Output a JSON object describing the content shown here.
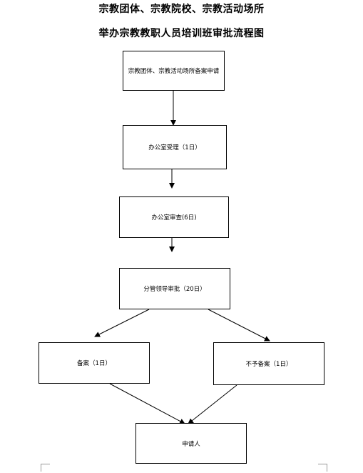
{
  "title": {
    "line1": "宗教团体、宗教院校、宗教活动场所",
    "line2": "举办宗教教职人员培训班审批流程图"
  },
  "nodes": {
    "apply": "宗教团体、宗教活动场所备案申请",
    "accept": "办公室受理（1日）",
    "review": "办公室审查(6日)",
    "approve": "分管领导审批（20日）",
    "record": "备案（1日）",
    "reject": "不予备案（1日）",
    "applicant": "申请人"
  },
  "edges": [
    {
      "from": "apply",
      "to": "accept"
    },
    {
      "from": "accept",
      "to": "review"
    },
    {
      "from": "review",
      "to": "approve"
    },
    {
      "from": "approve",
      "to": "record"
    },
    {
      "from": "approve",
      "to": "reject"
    },
    {
      "from": "record",
      "to": "applicant"
    },
    {
      "from": "reject",
      "to": "applicant"
    }
  ]
}
